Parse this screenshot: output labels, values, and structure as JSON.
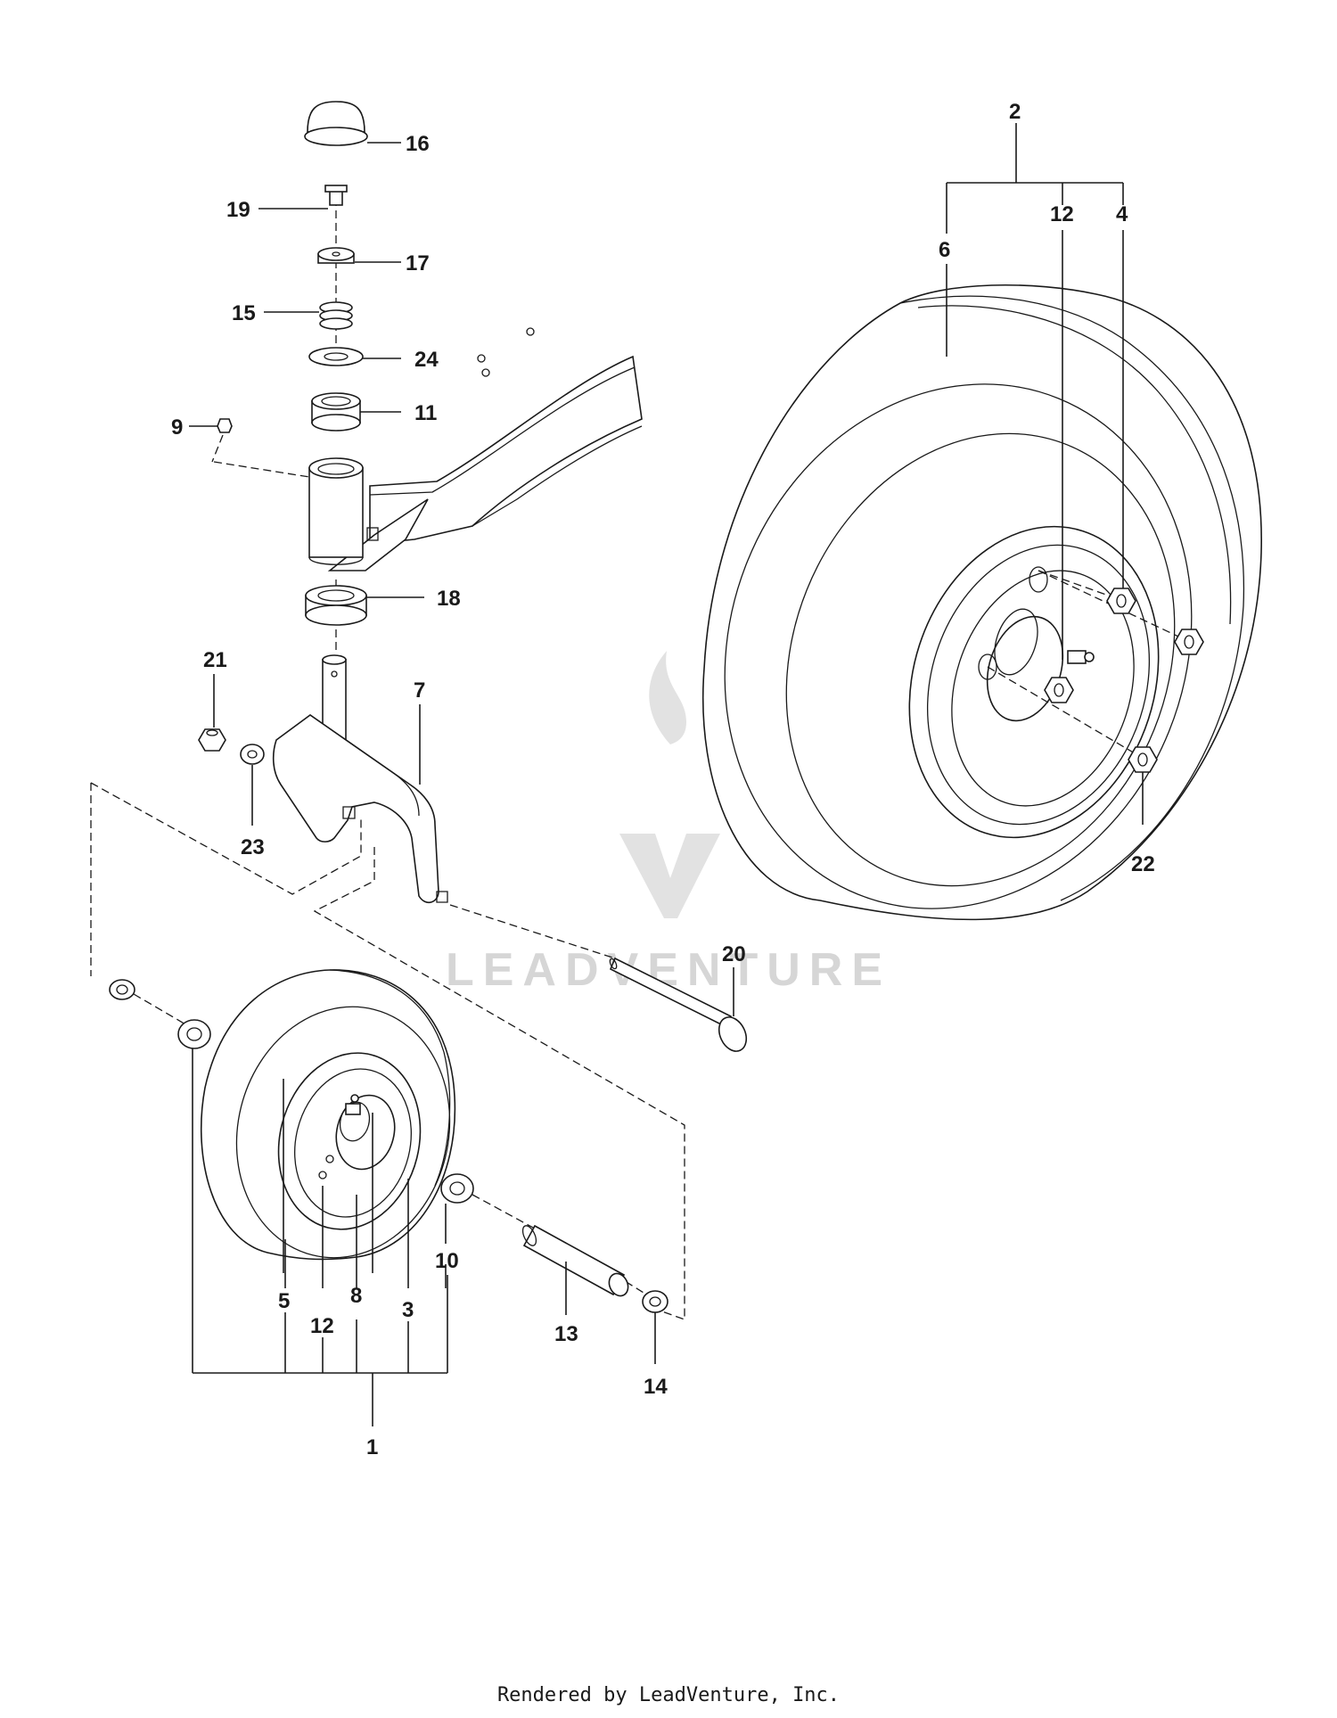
{
  "footer": {
    "text": "Rendered by LeadVenture, Inc."
  },
  "watermark": {
    "text": "LEADVENTURE",
    "color": "#d6d6d6"
  },
  "callouts": [
    {
      "id": "c16",
      "label": "16"
    },
    {
      "id": "c19",
      "label": "19"
    },
    {
      "id": "c17",
      "label": "17"
    },
    {
      "id": "c15",
      "label": "15"
    },
    {
      "id": "c24",
      "label": "24"
    },
    {
      "id": "c11",
      "label": "11"
    },
    {
      "id": "c9",
      "label": "9"
    },
    {
      "id": "c18",
      "label": "18"
    },
    {
      "id": "c21",
      "label": "21"
    },
    {
      "id": "c7",
      "label": "7"
    },
    {
      "id": "c23",
      "label": "23"
    },
    {
      "id": "c20",
      "label": "20"
    },
    {
      "id": "c10",
      "label": "10"
    },
    {
      "id": "c5",
      "label": "5"
    },
    {
      "id": "c8",
      "label": "8"
    },
    {
      "id": "c3",
      "label": "3"
    },
    {
      "id": "c12a",
      "label": "12"
    },
    {
      "id": "c13",
      "label": "13"
    },
    {
      "id": "c14",
      "label": "14"
    },
    {
      "id": "c1",
      "label": "1"
    },
    {
      "id": "c2",
      "label": "2"
    },
    {
      "id": "c12b",
      "label": "12"
    },
    {
      "id": "c4",
      "label": "4"
    },
    {
      "id": "c6",
      "label": "6"
    },
    {
      "id": "c22",
      "label": "22"
    }
  ]
}
